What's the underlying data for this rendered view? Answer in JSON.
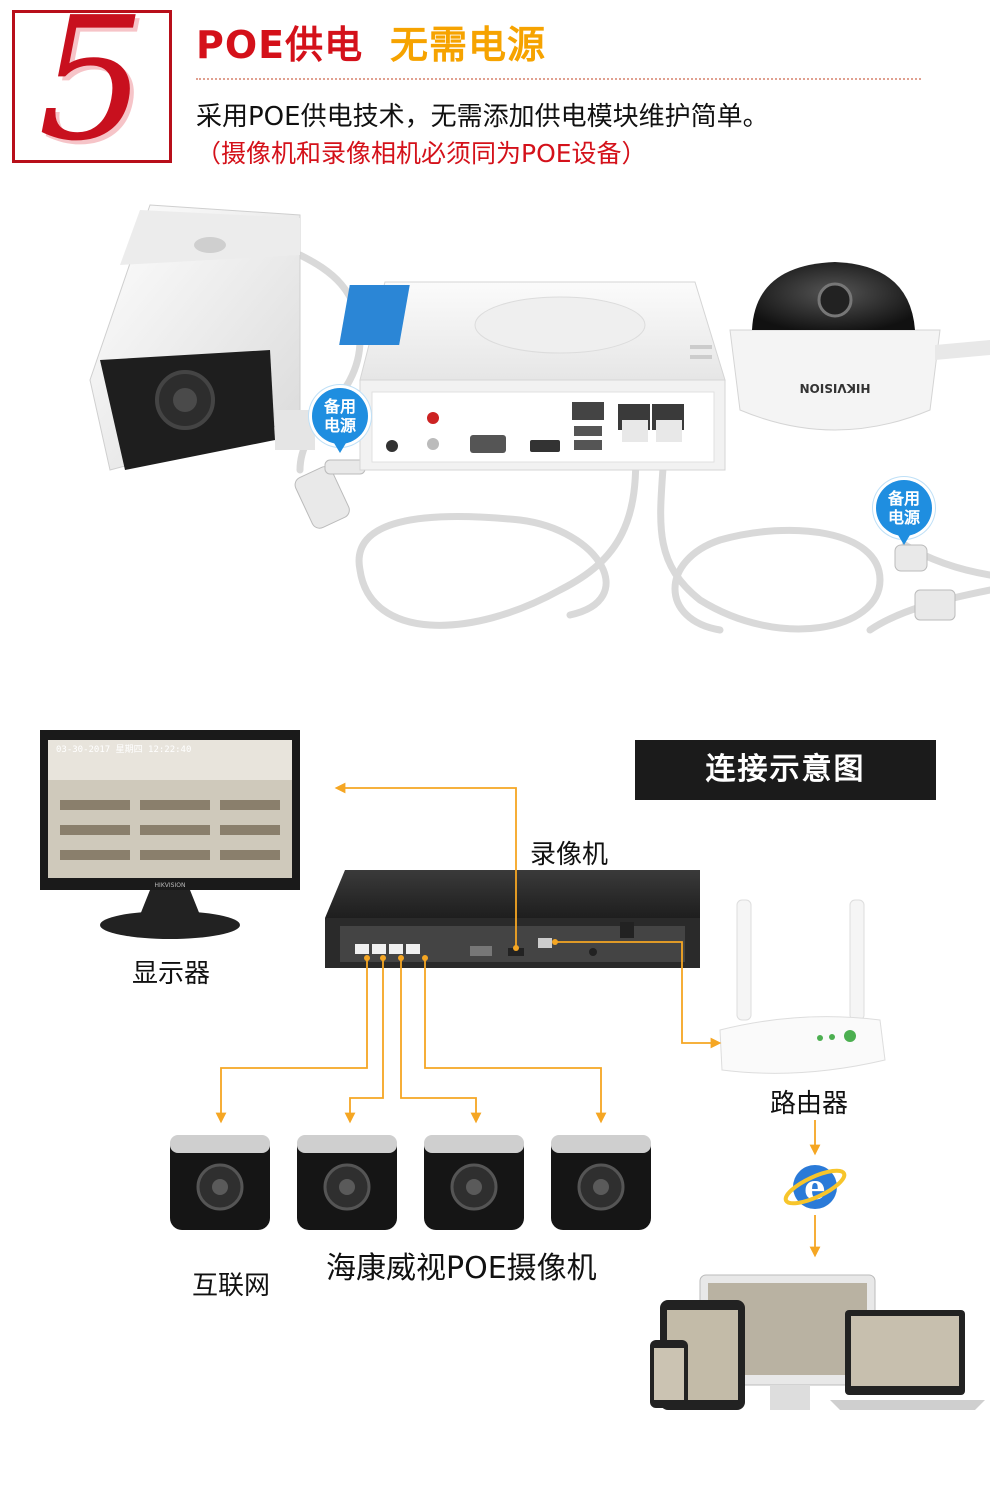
{
  "header": {
    "number": "5",
    "title_part1": "POE供电",
    "title_part2": "无需电源",
    "description": "采用POE供电技术，无需添加供电模块维护简单。",
    "note": "（摄像机和录像相机必须同为POE设备）"
  },
  "photo": {
    "backup_power_badge": [
      "备用",
      "电源"
    ],
    "device_brand": "HIKVISION"
  },
  "diagram": {
    "banner": "连接示意图",
    "recorder_label": "录像机",
    "monitor_label": "显示器",
    "router_label": "路由器",
    "internet_label": "互联网",
    "cameras_label": "海康威视POE摄像机",
    "monitor_timestamp": "03-30-2017 星期四 12:22:40",
    "monitor_brand": "HIKVISION",
    "line_color": "#f5a623"
  }
}
